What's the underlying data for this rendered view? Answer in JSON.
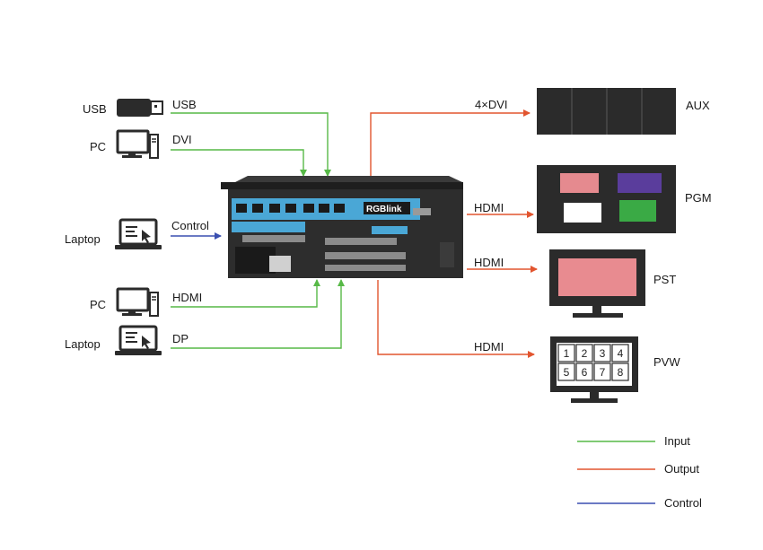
{
  "colors": {
    "input": "#57b947",
    "output": "#e2552f",
    "control": "#3a4fb0",
    "device_dark": "#2a2a2a",
    "pgm_pink": "#e58a8f",
    "pgm_purple": "#5a3d9c",
    "pgm_white": "#ffffff",
    "pgm_green": "#3aaa45",
    "pst_pink": "#e88b90"
  },
  "sources": {
    "usb": {
      "device": "USB",
      "signal": "USB"
    },
    "pc_top": {
      "device": "PC",
      "signal": "DVI"
    },
    "laptop_top": {
      "device": "Laptop",
      "signal": "Control"
    },
    "pc_bottom": {
      "device": "PC",
      "signal": "HDMI"
    },
    "laptop_bottom": {
      "device": "Laptop",
      "signal": "DP"
    }
  },
  "processor": {
    "brand": "RGBlink"
  },
  "outputs": {
    "aux": {
      "signal": "4×DVI",
      "label": "AUX"
    },
    "pgm": {
      "signal": "HDMI",
      "label": "PGM"
    },
    "pst": {
      "signal": "HDMI",
      "label": "PST"
    },
    "pvw": {
      "signal": "HDMI",
      "label": "PVW",
      "cells": [
        "1",
        "2",
        "3",
        "4",
        "5",
        "6",
        "7",
        "8"
      ]
    }
  },
  "legend": {
    "input": "Input",
    "output": "Output",
    "control": "Control"
  }
}
